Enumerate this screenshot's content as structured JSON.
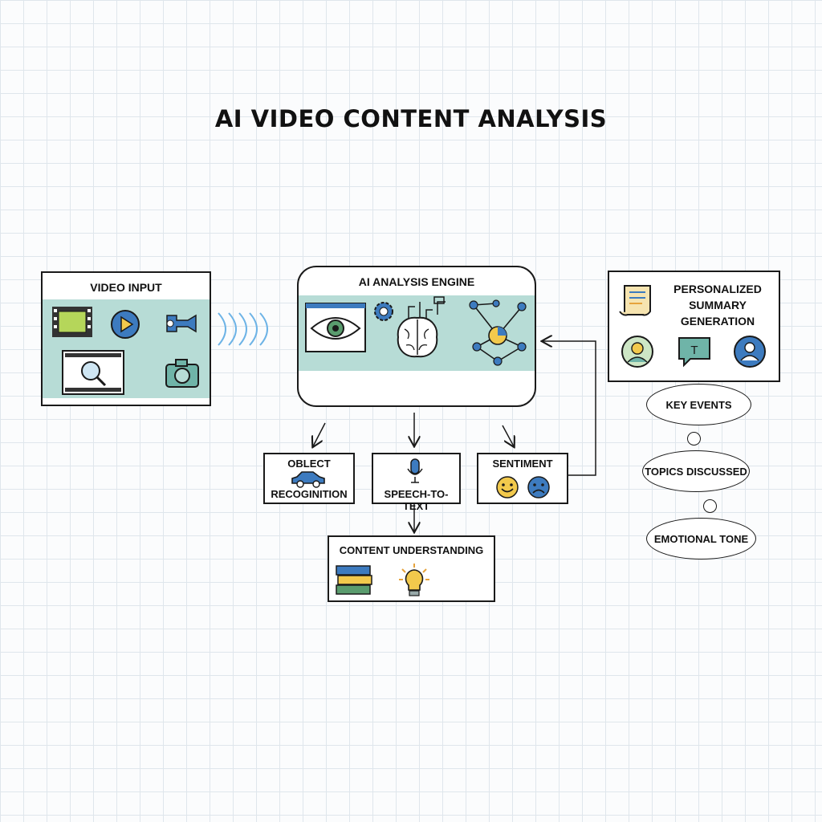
{
  "title": "AI VIDEO CONTENT ANALYSIS",
  "video_input": {
    "label": "VIDEO INPUT"
  },
  "engine": {
    "label": "AI ANALYSIS ENGINE"
  },
  "summary": {
    "label_lines": [
      "PERSONALIZED",
      "SUMMARY",
      "GENERATION"
    ]
  },
  "outputs": {
    "object_recognition": [
      "OBLECT",
      "RECOGINITION"
    ],
    "speech_to_text": "SPEECH-TO-TEXT",
    "sentiment": "SENTIMENT",
    "content_understanding": "CONTENT UNDERSTANDING"
  },
  "thoughts": [
    "KEY EVENTS",
    "TOPICS DISCUSSED",
    "EMOTIONAL TONE"
  ],
  "colors": {
    "teal": "#b7dcd6",
    "blue": "#3d7bbf",
    "yellow": "#f2c94c",
    "green": "#5a9c6e",
    "orange": "#e6a33c"
  }
}
